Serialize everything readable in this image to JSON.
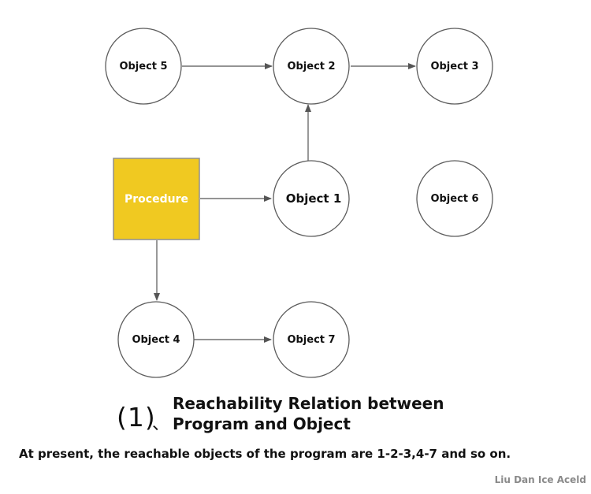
{
  "nodes": {
    "procedure": "Procedure",
    "object1": "Object 1",
    "object2": "Object 2",
    "object3": "Object 3",
    "object4": "Object 4",
    "object5": "Object 5",
    "object6": "Object 6",
    "object7": "Object 7"
  },
  "edges": [
    {
      "from": "object5",
      "to": "object2"
    },
    {
      "from": "object2",
      "to": "object3"
    },
    {
      "from": "object1",
      "to": "object2"
    },
    {
      "from": "procedure",
      "to": "object1"
    },
    {
      "from": "procedure",
      "to": "object4"
    },
    {
      "from": "object4",
      "to": "object7"
    }
  ],
  "caption": {
    "index": "(1)",
    "separator": "、",
    "title_line1": "Reachability Relation between",
    "title_line2": "Program and Object"
  },
  "description": "At present, the reachable objects of the program are 1-2-3,4-7 and so on.",
  "watermark": "Liu Dan Ice Aceld",
  "colors": {
    "procedure_fill": "#F0C921",
    "procedure_border": "#8f8f8f",
    "node_stroke": "#5c5c5c",
    "edge": "#555555"
  }
}
